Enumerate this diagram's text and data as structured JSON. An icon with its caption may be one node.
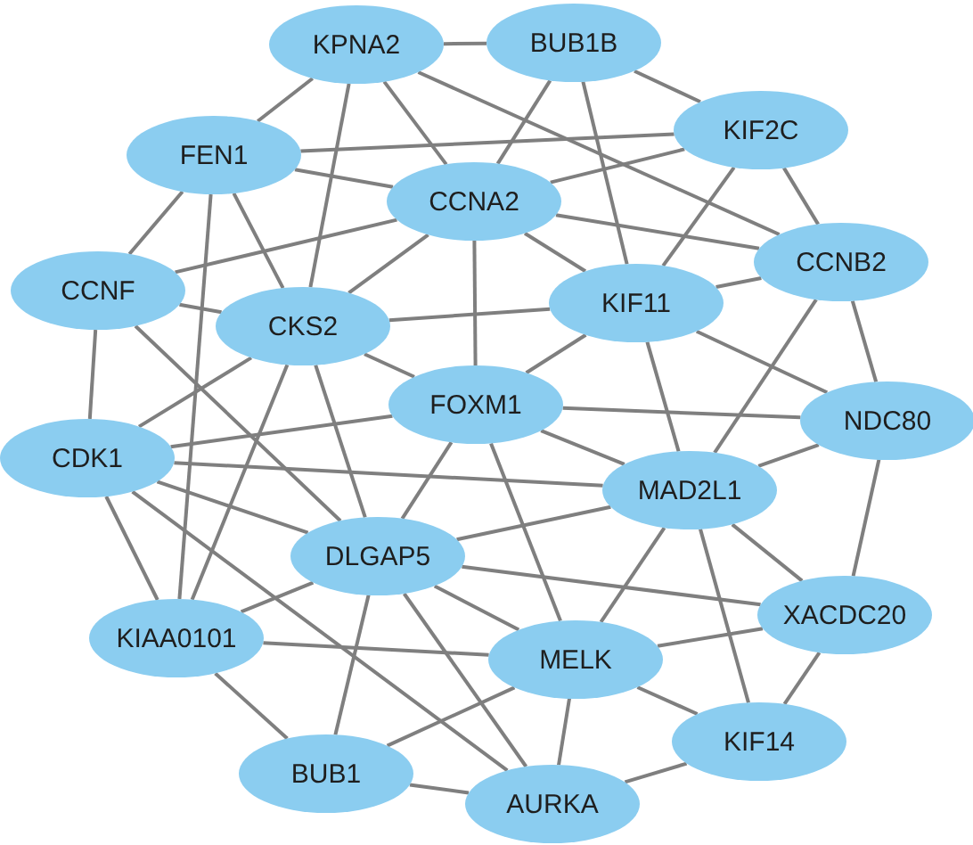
{
  "diagram": {
    "nodes": [
      {
        "text": [
          "KPNA2"
        ]
      },
      {
        "text": [
          "BUB1B"
        ]
      },
      {
        "text": [
          "KIF2C"
        ]
      },
      {
        "text": [
          "FEN1"
        ]
      },
      {
        "text": [
          "CCNA2"
        ]
      },
      {
        "text": [
          "CCNB2"
        ]
      },
      {
        "text": [
          "CCNF"
        ]
      },
      {
        "text": [
          "CKS2"
        ]
      },
      {
        "text": [
          "KIF11"
        ]
      },
      {
        "text": [
          "FOXM1"
        ]
      },
      {
        "text": [
          "NDC80"
        ]
      },
      {
        "text": [
          "CDK1"
        ]
      },
      {
        "text": [
          "MAD2L1"
        ]
      },
      {
        "text": [
          "DLGAP5"
        ]
      },
      {
        "text": [
          "KIAA0101"
        ]
      },
      {
        "text": [
          "XACDC20"
        ]
      },
      {
        "text": [
          "MELK"
        ]
      },
      {
        "text": [
          "KIF14"
        ]
      },
      {
        "text": [
          "BUB1"
        ]
      },
      {
        "text": [
          "AURKA"
        ]
      }
    ],
    "edges": [
      {
        "from": 0,
        "to": 1,
        "arrow": "none"
      },
      {
        "from": 0,
        "to": 3,
        "arrow": "none"
      },
      {
        "from": 0,
        "to": 4,
        "arrow": "none"
      },
      {
        "from": 0,
        "to": 5,
        "arrow": "none"
      },
      {
        "from": 0,
        "to": 7,
        "arrow": "none"
      },
      {
        "from": 1,
        "to": 2,
        "arrow": "none"
      },
      {
        "from": 1,
        "to": 4,
        "arrow": "none"
      },
      {
        "from": 1,
        "to": 8,
        "arrow": "none"
      },
      {
        "from": 2,
        "to": 3,
        "arrow": "none"
      },
      {
        "from": 2,
        "to": 4,
        "arrow": "none"
      },
      {
        "from": 2,
        "to": 5,
        "arrow": "none"
      },
      {
        "from": 2,
        "to": 8,
        "arrow": "none"
      },
      {
        "from": 3,
        "to": 4,
        "arrow": "none"
      },
      {
        "from": 3,
        "to": 6,
        "arrow": "none"
      },
      {
        "from": 3,
        "to": 7,
        "arrow": "none"
      },
      {
        "from": 3,
        "to": 14,
        "arrow": "none"
      },
      {
        "from": 4,
        "to": 5,
        "arrow": "none"
      },
      {
        "from": 4,
        "to": 6,
        "arrow": "none"
      },
      {
        "from": 4,
        "to": 7,
        "arrow": "none"
      },
      {
        "from": 4,
        "to": 8,
        "arrow": "none"
      },
      {
        "from": 4,
        "to": 9,
        "arrow": "none"
      },
      {
        "from": 5,
        "to": 8,
        "arrow": "none"
      },
      {
        "from": 5,
        "to": 10,
        "arrow": "none"
      },
      {
        "from": 5,
        "to": 12,
        "arrow": "none"
      },
      {
        "from": 6,
        "to": 7,
        "arrow": "none"
      },
      {
        "from": 6,
        "to": 11,
        "arrow": "none"
      },
      {
        "from": 6,
        "to": 13,
        "arrow": "none"
      },
      {
        "from": 7,
        "to": 8,
        "arrow": "none"
      },
      {
        "from": 7,
        "to": 9,
        "arrow": "none"
      },
      {
        "from": 7,
        "to": 11,
        "arrow": "none"
      },
      {
        "from": 7,
        "to": 13,
        "arrow": "none"
      },
      {
        "from": 7,
        "to": 14,
        "arrow": "none"
      },
      {
        "from": 8,
        "to": 9,
        "arrow": "none"
      },
      {
        "from": 8,
        "to": 10,
        "arrow": "none"
      },
      {
        "from": 8,
        "to": 12,
        "arrow": "none"
      },
      {
        "from": 9,
        "to": 10,
        "arrow": "none"
      },
      {
        "from": 9,
        "to": 11,
        "arrow": "none"
      },
      {
        "from": 9,
        "to": 12,
        "arrow": "none"
      },
      {
        "from": 9,
        "to": 13,
        "arrow": "none"
      },
      {
        "from": 9,
        "to": 16,
        "arrow": "none"
      },
      {
        "from": 10,
        "to": 12,
        "arrow": "none"
      },
      {
        "from": 10,
        "to": 15,
        "arrow": "none"
      },
      {
        "from": 11,
        "to": 12,
        "arrow": "none"
      },
      {
        "from": 11,
        "to": 13,
        "arrow": "none"
      },
      {
        "from": 11,
        "to": 14,
        "arrow": "none"
      },
      {
        "from": 11,
        "to": 19,
        "arrow": "none"
      },
      {
        "from": 12,
        "to": 13,
        "arrow": "none"
      },
      {
        "from": 12,
        "to": 15,
        "arrow": "none"
      },
      {
        "from": 12,
        "to": 16,
        "arrow": "none"
      },
      {
        "from": 12,
        "to": 17,
        "arrow": "none"
      },
      {
        "from": 13,
        "to": 14,
        "arrow": "none"
      },
      {
        "from": 13,
        "to": 15,
        "arrow": "none"
      },
      {
        "from": 13,
        "to": 16,
        "arrow": "none"
      },
      {
        "from": 13,
        "to": 18,
        "arrow": "none"
      },
      {
        "from": 13,
        "to": 19,
        "arrow": "none"
      },
      {
        "from": 14,
        "to": 16,
        "arrow": "none"
      },
      {
        "from": 14,
        "to": 18,
        "arrow": "none"
      },
      {
        "from": 15,
        "to": 16,
        "arrow": "none"
      },
      {
        "from": 15,
        "to": 17,
        "arrow": "none"
      },
      {
        "from": 16,
        "to": 17,
        "arrow": "none"
      },
      {
        "from": 16,
        "to": 18,
        "arrow": "none"
      },
      {
        "from": 16,
        "to": 19,
        "arrow": "none"
      },
      {
        "from": 17,
        "to": 19,
        "arrow": "none"
      },
      {
        "from": 18,
        "to": 19,
        "arrow": "none"
      }
    ]
  }
}
